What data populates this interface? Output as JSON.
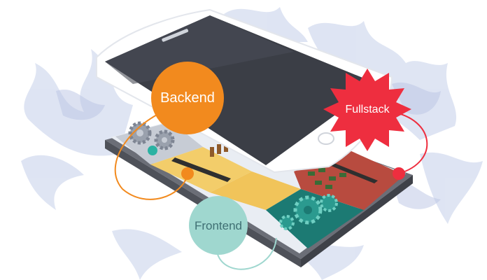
{
  "labels": {
    "backend": "Backend",
    "frontend": "Frontend",
    "fullstack": "Fullstack"
  },
  "colors": {
    "backend": "#f28a1e",
    "frontend": "#9fd7cf",
    "fullstack": "#ee2e3f",
    "screen": "#3b3e46",
    "phone_body": "#ffffff",
    "base_shadow": "#5d5f66",
    "wisps": "#c9d3ea",
    "teal_zone": "#1c7a73",
    "red_zone": "#b84b3f",
    "yellow_zone": "#f3cd6a",
    "gear_zone": "#c7ccd5"
  },
  "icons": {
    "badge_backend": "circle-badge",
    "badge_frontend": "circle-badge",
    "badge_fullstack": "starburst-badge",
    "gears": "gear-icon"
  }
}
